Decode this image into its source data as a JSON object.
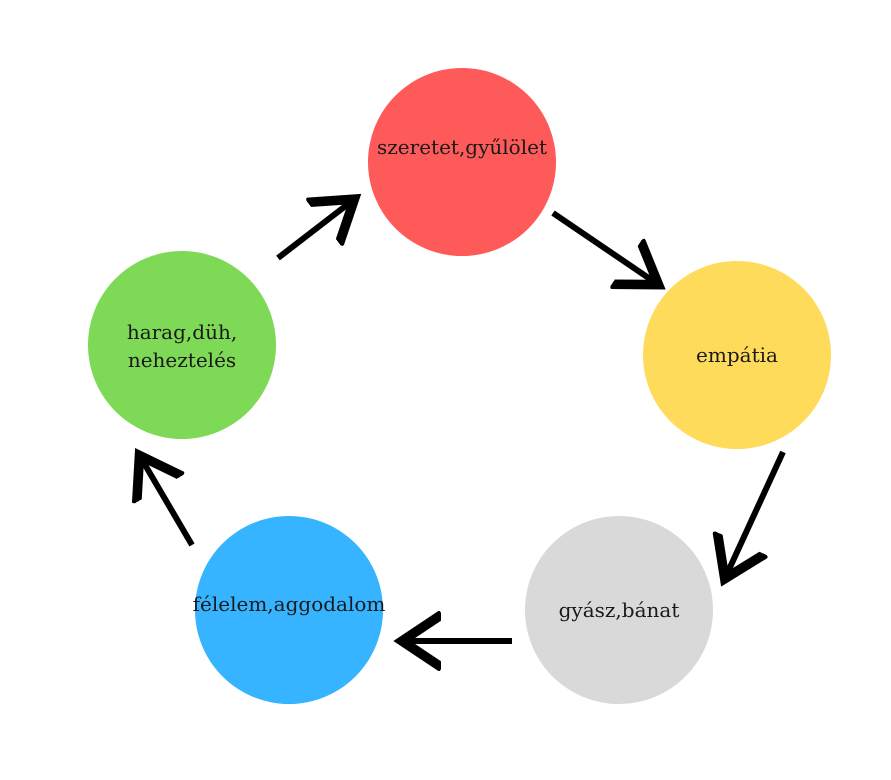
{
  "nodes": {
    "top": {
      "label": "szeretet,gyűlölet",
      "color": "#ff5a5a"
    },
    "right": {
      "label": "empátia",
      "color": "#ffdb5c"
    },
    "br": {
      "label": "gyász,bánat",
      "color": "#d9d9d9"
    },
    "bl": {
      "label": "félelem,aggodalom",
      "color": "#36b4ff"
    },
    "left": {
      "label": "harag,düh,\nneheztelés",
      "color": "#7ed957"
    }
  },
  "arrow_color": "#000000"
}
